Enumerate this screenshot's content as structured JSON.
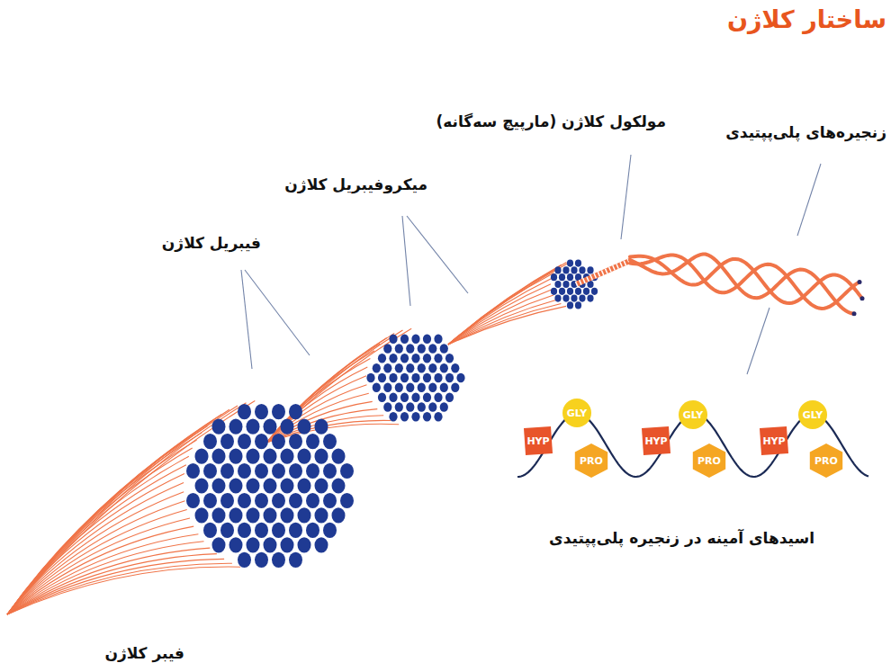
{
  "diagram": {
    "title": "ساختار کلاژن",
    "nodes": [
      {
        "text": [
          "HYP"
        ]
      },
      {
        "text": [
          "GLY"
        ]
      },
      {
        "text": [
          "PRO"
        ]
      },
      {
        "text": [
          "HYP"
        ]
      },
      {
        "text": [
          "GLY"
        ]
      },
      {
        "text": [
          "PRO"
        ]
      },
      {
        "text": [
          "HYP"
        ]
      },
      {
        "text": [
          "GLY"
        ]
      },
      {
        "text": [
          "PRO"
        ]
      }
    ],
    "labels": [
      "زنجیره‌های پلی‌پپتیدی",
      "مولکول کلاژن (مارپیچ سه‌گانه)",
      "میکروفیبریل کلاژن",
      "فیبریل کلاژن",
      "اسیدهای آمینه در زنجیره پلی‌پپتیدی",
      "فیبر کلاژن"
    ]
  }
}
